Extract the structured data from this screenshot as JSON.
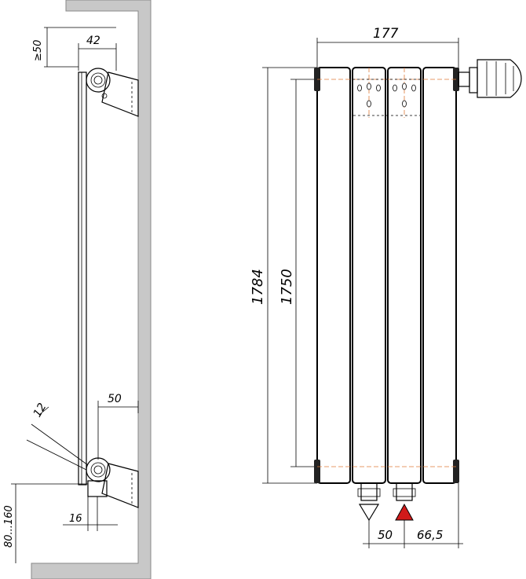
{
  "side_view": {
    "dim_top_clearance": "≥50",
    "dim_bracket_depth": "42",
    "dim_pipe_angle": "12",
    "dim_pipe_offset": "50",
    "dim_bottom_bracket": "16",
    "dim_floor_clearance": "80...160"
  },
  "front_view": {
    "dim_width": "177",
    "dim_total_height": "1784",
    "dim_axis_height": "1750",
    "dim_inlet_spacing": "50",
    "dim_inlet_offset": "66,5"
  },
  "colors": {
    "wall": "#c8c8c8",
    "centerline": "#e07b39",
    "flow_in": "#d11a1a"
  }
}
